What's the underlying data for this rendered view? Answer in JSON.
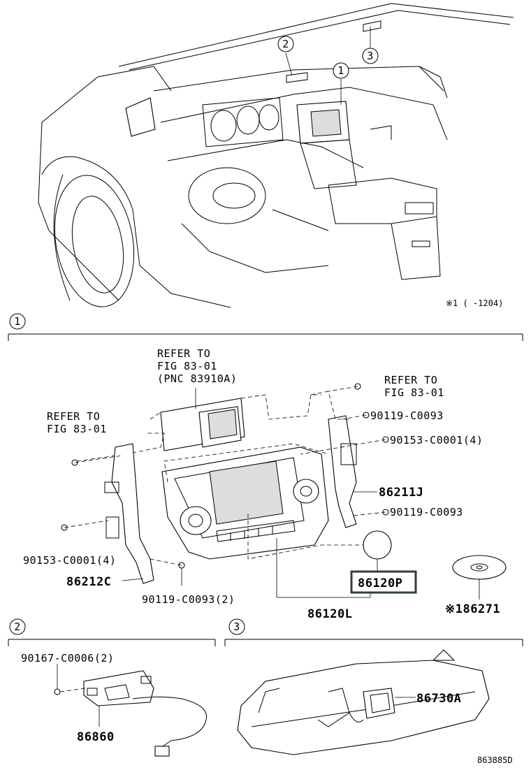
{
  "figure_id": "863885D",
  "note_top": "※1 (  -1204)",
  "callouts": {
    "c1": "1",
    "c2": "2",
    "c3": "3"
  },
  "section1": {
    "refer_center_1": "REFER TO",
    "refer_center_2": "FIG 83-01",
    "refer_center_3": "(PNC 83910A)",
    "refer_right_1": "REFER TO",
    "refer_right_2": "FIG 83-01",
    "refer_left_1": "REFER TO",
    "refer_left_2": "FIG 83-01",
    "p_90119_c0093_top": "90119-C0093",
    "p_90153_c0001_4_right": "90153-C0001(4)",
    "p_86211j": "86211J",
    "p_90119_c0093_mid": "90119-C0093",
    "p_90153_c0001_4_left": "90153-C0001(4)",
    "p_86212c": "86212C",
    "p_90119_c0093_2": "90119-C0093(2)",
    "p_86120p": "86120P",
    "p_86120l": "86120L",
    "p_86271": "※186271"
  },
  "section2": {
    "p_90167_c0006_2": "90167-C0006(2)",
    "p_86860": "86860"
  },
  "section3": {
    "p_86730a": "86730A"
  },
  "colors": {
    "highlight_box": "#2f3e46",
    "line": "#000000",
    "background": "#ffffff"
  }
}
